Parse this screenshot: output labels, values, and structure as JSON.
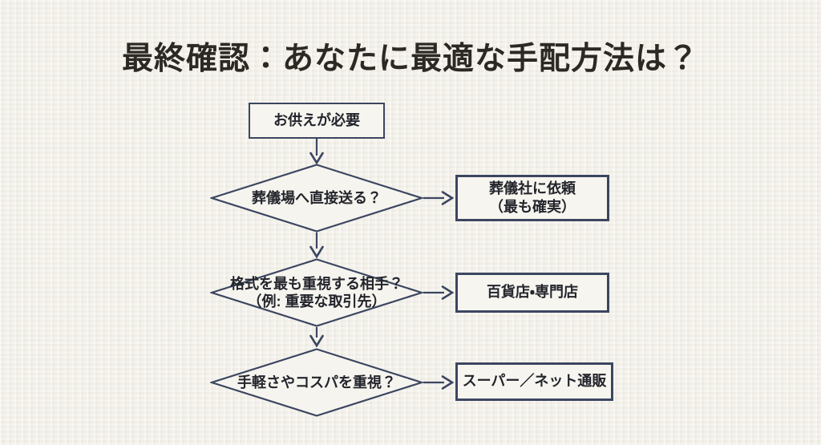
{
  "title": "最終確認：あなたに最適な手配方法は？",
  "flowchart": {
    "start": {
      "label": "お供えが必要"
    },
    "steps": [
      {
        "question": [
          "葬儀場へ直接送る？"
        ],
        "result": [
          "葬儀社に依頼",
          "（最も確実）"
        ]
      },
      {
        "question": [
          "格式を最も重視する相手？",
          "（例: 重要な取引先）"
        ],
        "result": [
          "百貨店・専門店"
        ]
      },
      {
        "question": [
          "手軽さやコスパを重視？"
        ],
        "result": [
          "スーパー／ネット通販"
        ]
      }
    ]
  },
  "colors": {
    "background": "#f3f0e9",
    "node_fill": "#f7f5ef",
    "line": "#3b4660",
    "text": "#23252c",
    "title_text": "#2c2823"
  }
}
